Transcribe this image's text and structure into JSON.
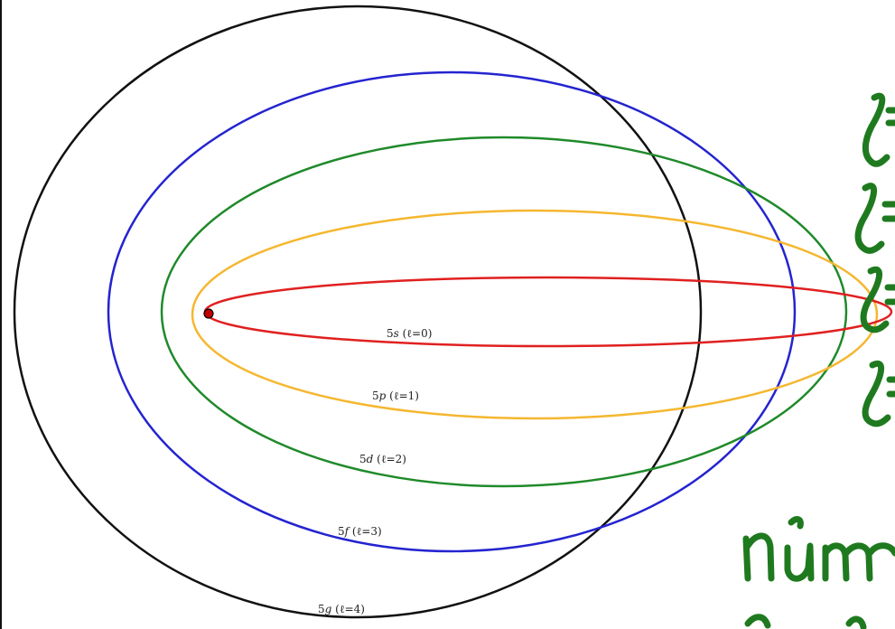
{
  "colors": {
    "background": "#ffffff",
    "nucleus": "#c00000",
    "handwriting": "#1f7a1f"
  },
  "orbits": [
    {
      "id": "5s",
      "label_sub": "5",
      "label_ital": "s",
      "label_rest": " (ℓ=0)",
      "color": "#e02020"
    },
    {
      "id": "5p",
      "label_sub": "5",
      "label_ital": "p",
      "label_rest": " (ℓ=1)",
      "color": "#f5b730"
    },
    {
      "id": "5d",
      "label_sub": "5",
      "label_ital": "d",
      "label_rest": " (ℓ=2)",
      "color": "#1f8a2a"
    },
    {
      "id": "5f",
      "label_sub": "5",
      "label_ital": "f",
      "label_rest": " (ℓ=3)",
      "color": "#2424d0"
    },
    {
      "id": "5g",
      "label_sub": "5",
      "label_ital": "g",
      "label_rest": " (ℓ=4)",
      "color": "#111111"
    }
  ]
}
